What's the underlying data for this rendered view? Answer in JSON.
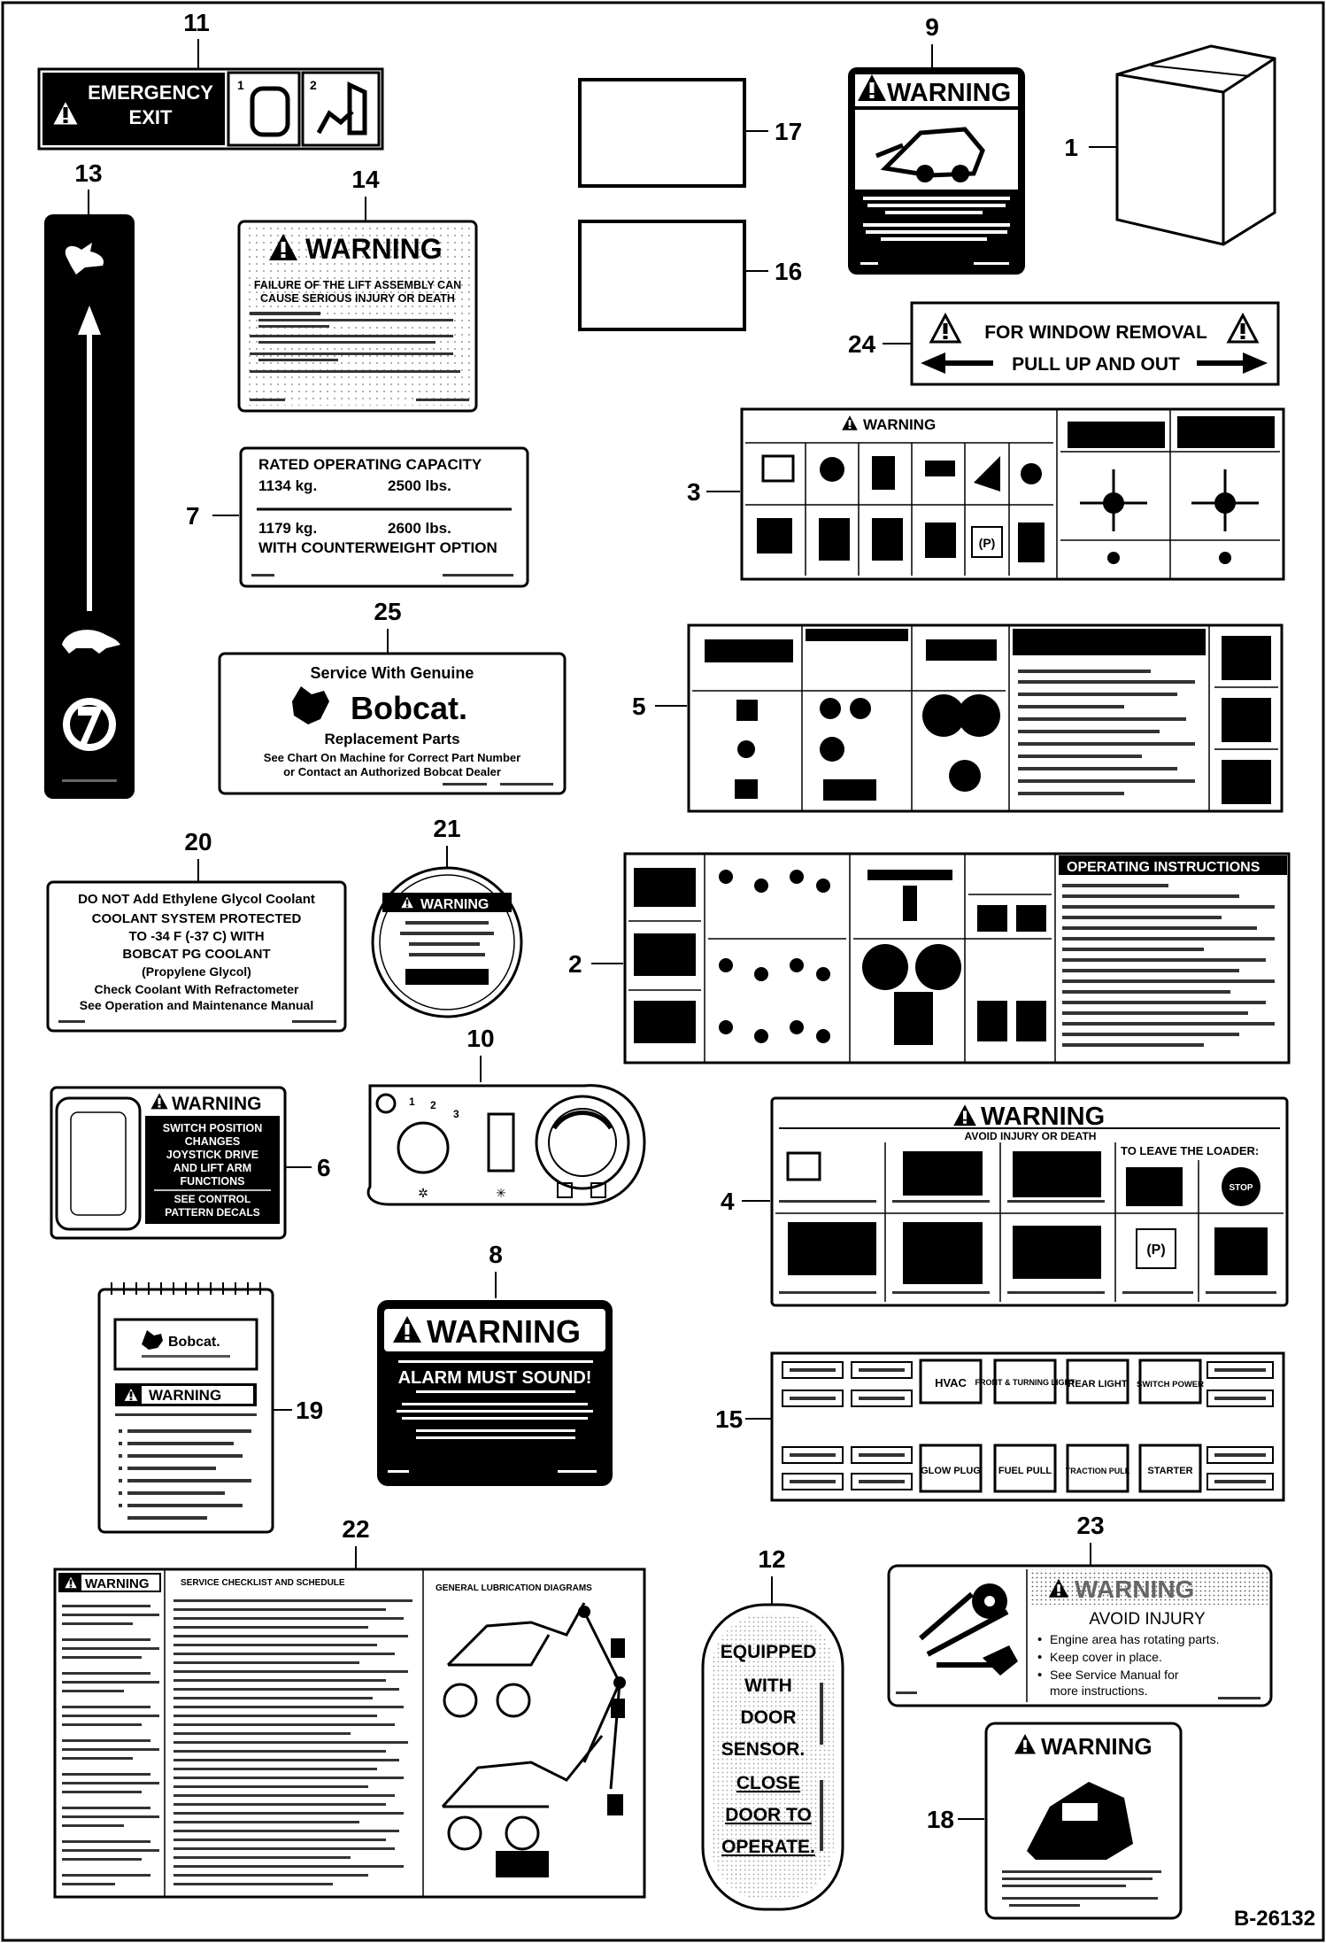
{
  "callouts": {
    "c1": "1",
    "c2": "2",
    "c3": "3",
    "c4": "4",
    "c5": "5",
    "c6": "6",
    "c7": "7",
    "c8": "8",
    "c9": "9",
    "c10": "10",
    "c11": "11",
    "c12": "12",
    "c13": "13",
    "c14": "14",
    "c15": "15",
    "c16": "16",
    "c17": "17",
    "c18": "18",
    "c19": "19",
    "c20": "20",
    "c21": "21",
    "c22": "22",
    "c23": "23",
    "c24": "24",
    "c25": "25"
  },
  "figure_code": "B-26132",
  "decal11": {
    "line1": "EMERGENCY",
    "line2": "EXIT",
    "step1": "1",
    "step2": "2"
  },
  "decal9": {
    "warning": "WARNING"
  },
  "decal14": {
    "warning": "WARNING",
    "line1": "FAILURE OF THE LIFT ASSEMBLY CAN",
    "line2": "CAUSE SERIOUS INJURY OR DEATH"
  },
  "decal24": {
    "line1": "FOR WINDOW REMOVAL",
    "line2": "PULL UP AND OUT"
  },
  "decal3": {
    "warning": "WARNING",
    "p": "(P)"
  },
  "decal7": {
    "title": "RATED OPERATING CAPACITY",
    "kg1": "1134 kg.",
    "lb1": "2500 lbs.",
    "kg2": "1179 kg.",
    "lb2": "2600 lbs.",
    "option": "WITH COUNTERWEIGHT OPTION"
  },
  "decal25": {
    "line1": "Service With Genuine",
    "brand": "Bobcat.",
    "line2": "Replacement Parts",
    "line3": "See Chart On Machine for Correct Part Number",
    "line4": "or Contact an Authorized Bobcat Dealer"
  },
  "decal20": {
    "line1": "DO NOT Add Ethylene Glycol Coolant",
    "line2": "COOLANT SYSTEM PROTECTED",
    "line3": "TO -34 F (-37 C) WITH",
    "line4": "BOBCAT PG COOLANT",
    "line5": "(Propylene Glycol)",
    "line6": "Check Coolant With Refractometer",
    "line7": "See Operation and Maintenance Manual"
  },
  "decal21": {
    "warning": "WARNING"
  },
  "decal2": {
    "title": "OPERATING INSTRUCTIONS"
  },
  "decal6": {
    "warning": "WARNING",
    "line1": "SWITCH POSITION",
    "line2": "CHANGES",
    "line3": "JOYSTICK DRIVE",
    "line4": "AND LIFT ARM",
    "line5": "FUNCTIONS",
    "line6": "SEE CONTROL",
    "line7": "PATTERN DECALS"
  },
  "decal10": {
    "n1": "1",
    "n2": "2",
    "n3": "3"
  },
  "decal4": {
    "warning": "WARNING",
    "sub": "AVOID INJURY OR DEATH",
    "leave": "TO LEAVE THE LOADER:",
    "p": "(P)",
    "stop": "STOP"
  },
  "decal8": {
    "warning": "WARNING",
    "alarm": "ALARM MUST SOUND!"
  },
  "decal19": {
    "brand": "Bobcat.",
    "warning": "WARNING"
  },
  "decal15": {
    "cells": [
      "HVAC",
      "FRONT & TURNING LIGHT",
      "REAR LIGHT",
      "SWITCH POWER",
      "GLOW PLUG",
      "FUEL PULL",
      "TRACTION PULL",
      "STARTER"
    ]
  },
  "decal22": {
    "warning": "WARNING",
    "col2": "SERVICE CHECKLIST AND SCHEDULE",
    "col3": "GENERAL LUBRICATION DIAGRAMS"
  },
  "decal12": {
    "lines": [
      "EQUIPPED",
      "WITH",
      "DOOR",
      "SENSOR.",
      "CLOSE",
      "DOOR TO",
      "OPERATE."
    ]
  },
  "decal23": {
    "warning": "WARNING",
    "title": "AVOID INJURY",
    "b1a": "Engine area has rotating parts.",
    "b2": "Keep cover in place.",
    "b3a": "See Service Manual for",
    "b3b": "more instructions."
  },
  "decal18": {
    "warning": "WARNING"
  }
}
